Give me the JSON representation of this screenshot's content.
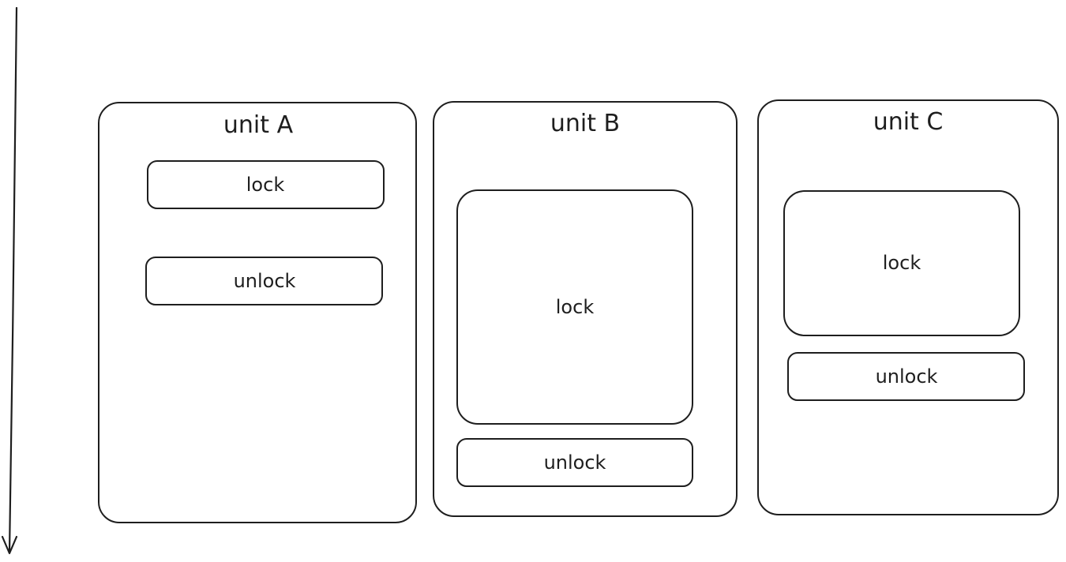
{
  "colors": {
    "stroke": "#1e1e1e",
    "background": "#ffffff"
  },
  "arrow": {
    "direction": "down",
    "icon": "arrow-down-icon"
  },
  "units": [
    {
      "title": "unit A",
      "lock_label": "lock",
      "unlock_label": "unlock"
    },
    {
      "title": "unit B",
      "lock_label": "lock",
      "unlock_label": "unlock"
    },
    {
      "title": "unit C",
      "lock_label": "lock",
      "unlock_label": "unlock"
    }
  ]
}
